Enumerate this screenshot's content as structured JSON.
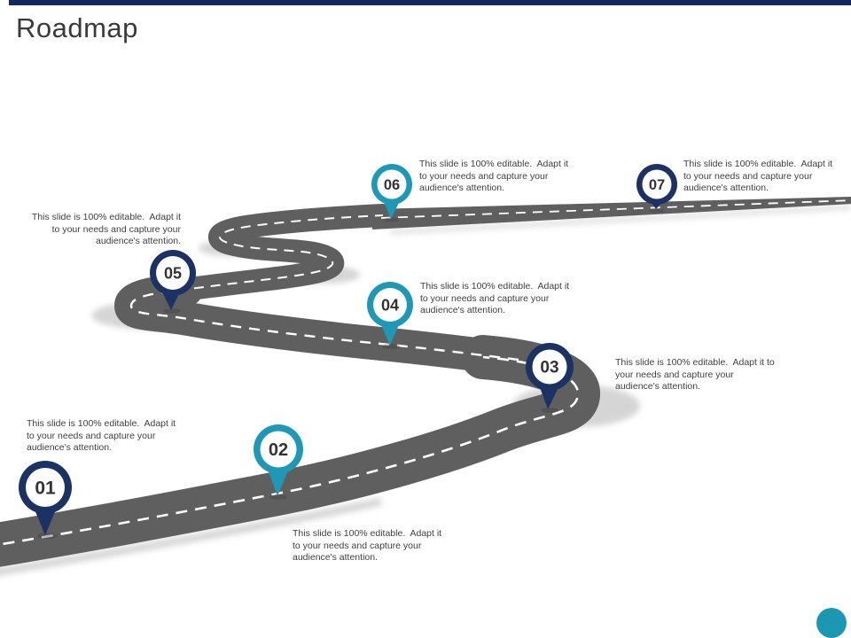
{
  "slide": {
    "title": "Roadmap"
  },
  "theme": {
    "top_bar_color": "#14275e",
    "navy_pin_color": "#1b3263",
    "teal_pin_color": "#1e98b5",
    "road_color": "#5f5f5f",
    "road_dash_color": "#ffffff",
    "body_text_color": "#3f3f3f",
    "corner_dot_color": "#1b96b3"
  },
  "milestones": [
    {
      "number": "01",
      "color": "navy",
      "description": "This slide is 100% editable.  Adapt it\nto your needs and capture your\naudience's attention."
    },
    {
      "number": "02",
      "color": "teal",
      "description": "This slide is 100% editable.  Adapt it\nto your needs and capture your\naudience's attention."
    },
    {
      "number": "03",
      "color": "navy",
      "description": "This slide is 100% editable.  Adapt it to\nyour needs and capture your\naudience's attention."
    },
    {
      "number": "04",
      "color": "teal",
      "description": "This slide is 100% editable.  Adapt it\nto your needs and capture your\naudience's attention."
    },
    {
      "number": "05",
      "color": "navy",
      "description": "This slide is 100% editable.  Adapt it\nto your needs and capture your\naudience's attention."
    },
    {
      "number": "06",
      "color": "teal",
      "description": "This slide is 100% editable.  Adapt it\nto your needs and capture your\naudience's attention."
    },
    {
      "number": "07",
      "color": "navy",
      "description": "This slide is 100% editable.  Adapt it\nto your needs and capture your\naudience's attention."
    }
  ]
}
